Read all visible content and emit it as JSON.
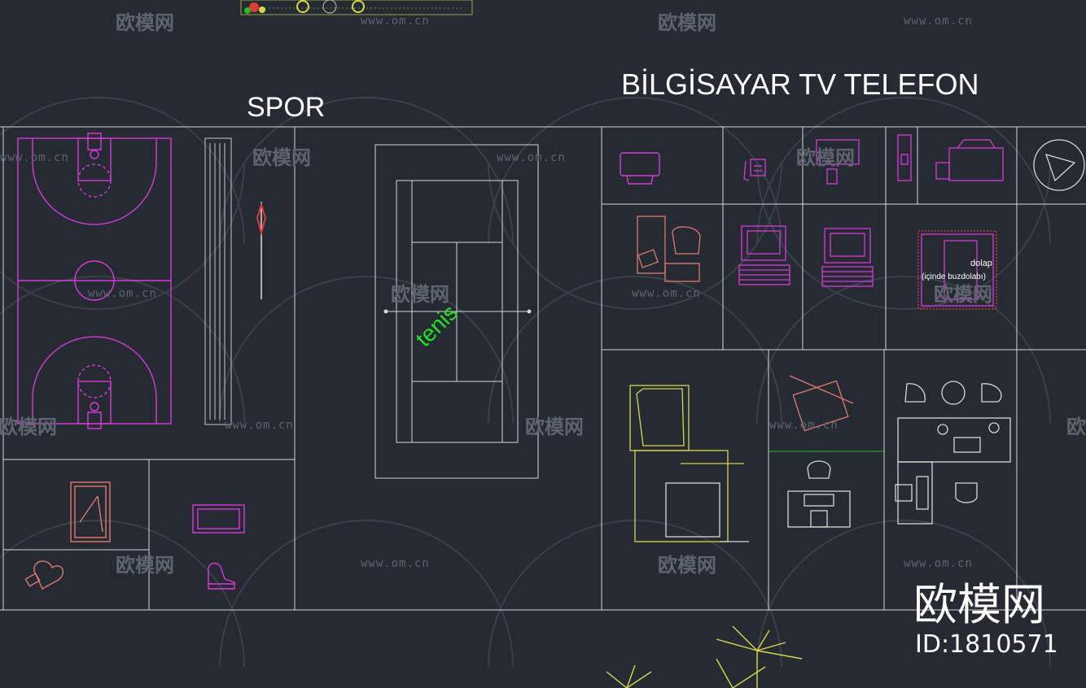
{
  "titles": {
    "sport": "SPOR",
    "electronics": "BİLGİSAYAR TV TELEFON"
  },
  "labels": {
    "tennis": "tenis",
    "fridge_line1": "dolap",
    "fridge_line2": "(içinde buzdolabı)"
  },
  "watermark": {
    "url": "www.om.cn",
    "brand": "欧模网"
  },
  "brand_mark": {
    "name": "欧模网",
    "id": "ID:1810571"
  },
  "colors": {
    "background": "#252a33",
    "grid": "#d8d8d8",
    "magenta": "#d83ad8",
    "salmon": "#e07a70",
    "yellow": "#d8d84a",
    "green": "#22e022",
    "red": "#e03a3a",
    "white": "#ffffff"
  }
}
